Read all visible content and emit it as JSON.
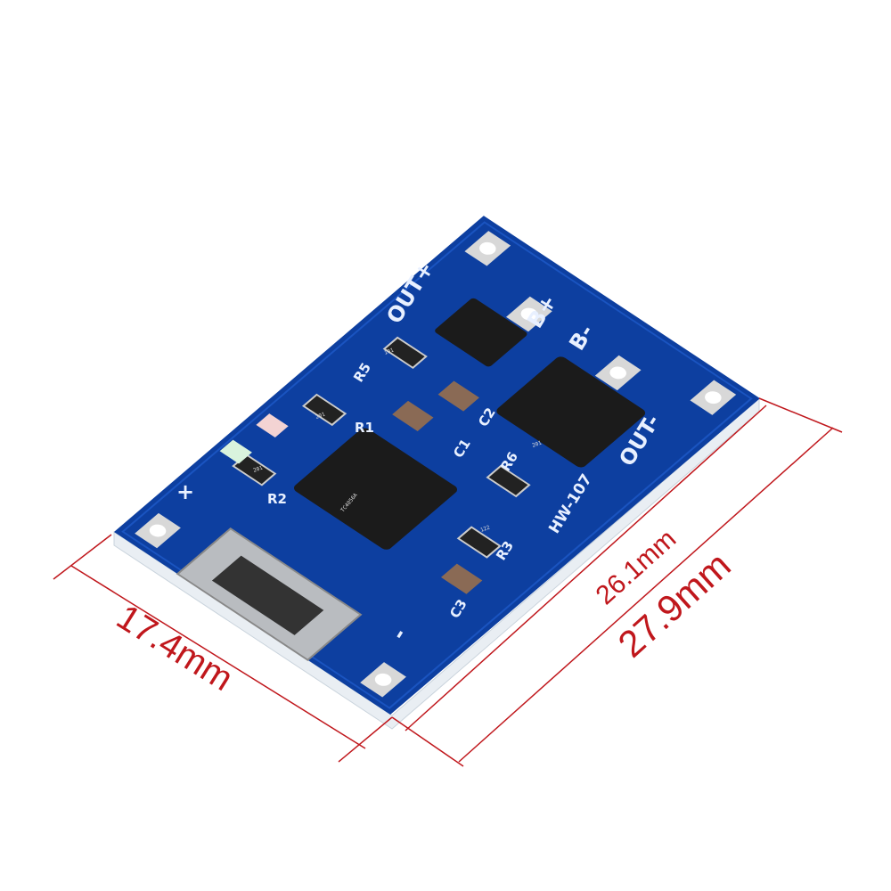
{
  "board": {
    "model": "HW-107",
    "terminals": {
      "out_plus": "OUT+",
      "b_plus": "B+",
      "b_minus": "B-",
      "out_minus": "OUT-",
      "in_plus": "+",
      "in_minus": "-"
    },
    "components": {
      "r1": "R1",
      "r2": "R2",
      "r3": "R3",
      "r5": "R5",
      "r6": "R6",
      "c1": "C1",
      "c2": "C2",
      "c3": "C3"
    },
    "resistor_codes": {
      "r5": "101",
      "r1": "201",
      "r2": "201",
      "r6": "201",
      "r3": "122"
    },
    "chip_marking": "TC4056A",
    "colors": {
      "pcb": "#0d3fa0",
      "silkscreen": "#e8f0ff",
      "pad": "#d8d8d8",
      "dimension": "#c0171c"
    }
  },
  "dimensions": {
    "width": "17.4mm",
    "inner_length": "26.1mm",
    "outer_length": "27.9mm"
  }
}
